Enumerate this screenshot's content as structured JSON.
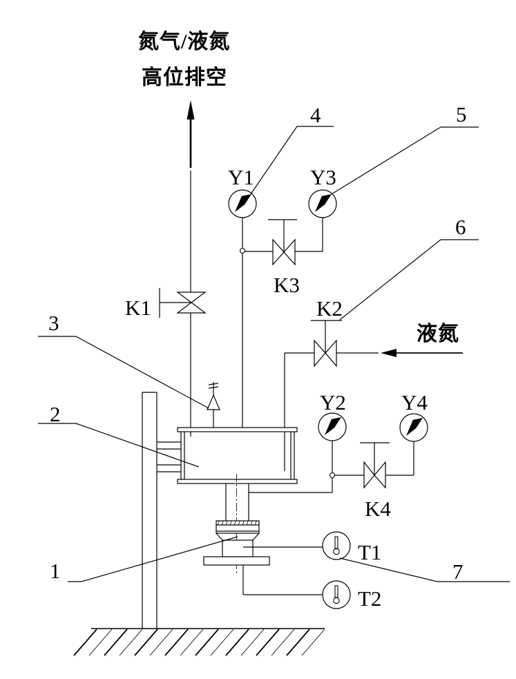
{
  "diagram": {
    "title_line1": "氮气/液氮",
    "title_line2": "高位排空",
    "inlet_label": "液氮",
    "valves": {
      "k1": "K1",
      "k2": "K2",
      "k3": "K3",
      "k4": "K4"
    },
    "gauges": {
      "y1": "Y1",
      "y2": "Y2",
      "y3": "Y3",
      "y4": "Y4"
    },
    "thermometers": {
      "t1": "T1",
      "t2": "T2"
    },
    "callouts": {
      "n1": "1",
      "n2": "2",
      "n3": "3",
      "n4": "4",
      "n5": "5",
      "n6": "6",
      "n7": "7"
    },
    "icons": {
      "vent_arrow": "up-arrow-icon",
      "flow_arrow": "left-arrow-icon",
      "gauge": "pressure-gauge-icon",
      "thermometer": "thermometer-icon",
      "valve": "gate-valve-icon",
      "safety_valve": "safety-valve-icon"
    },
    "colors": {
      "ink": "#000000",
      "background": "#ffffff"
    }
  }
}
